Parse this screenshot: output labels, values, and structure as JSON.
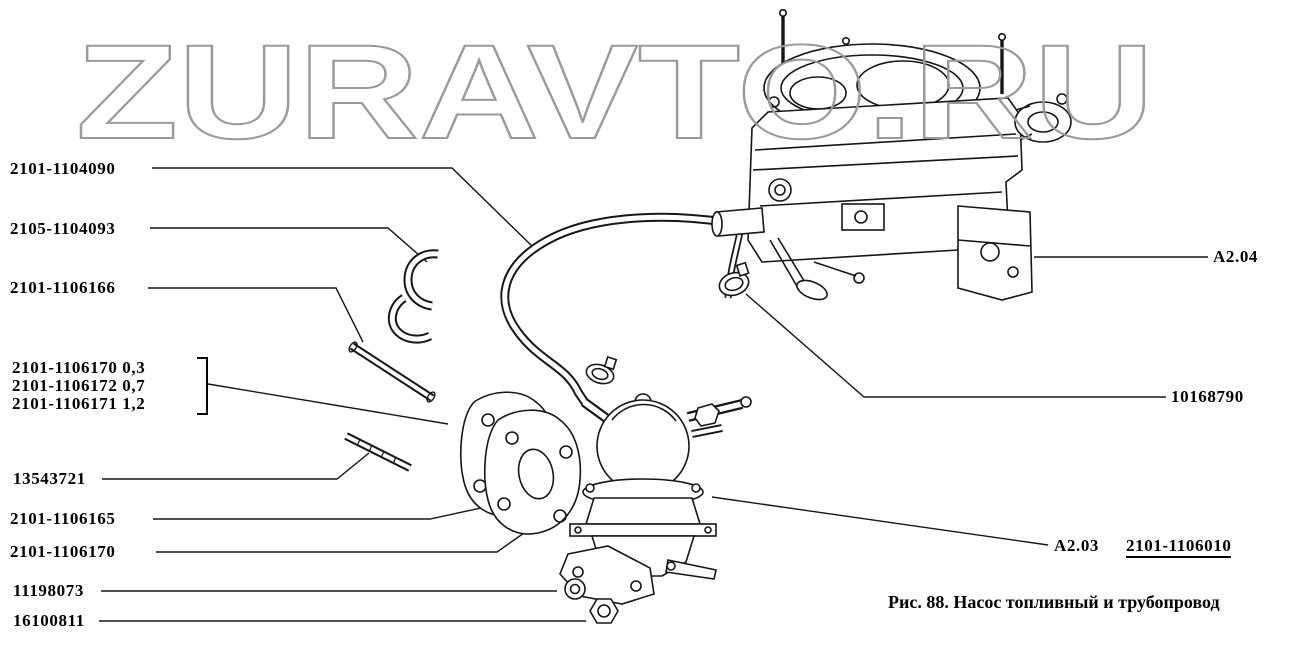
{
  "watermark": "ZURAVTO.RU",
  "figure": {
    "caption": "Рис. 88. Насос топливный и трубопровод"
  },
  "left_labels": {
    "l1": "2101-1104090",
    "l2": "2105-1104093",
    "l3": "2101-1106166",
    "g1": "2101-1106170 0,3",
    "g2": "2101-1106172 0,7",
    "g3": "2101-1106171 1,2",
    "l4": "13543721",
    "l5": "2101-1106165",
    "l6": "2101-1106170",
    "l7": "11198073",
    "l8": "16100811"
  },
  "right_labels": {
    "section_top": "A2.04",
    "part": "10168790",
    "section_bottom": "A2.03",
    "assembly_ref": "2101-1106010"
  }
}
